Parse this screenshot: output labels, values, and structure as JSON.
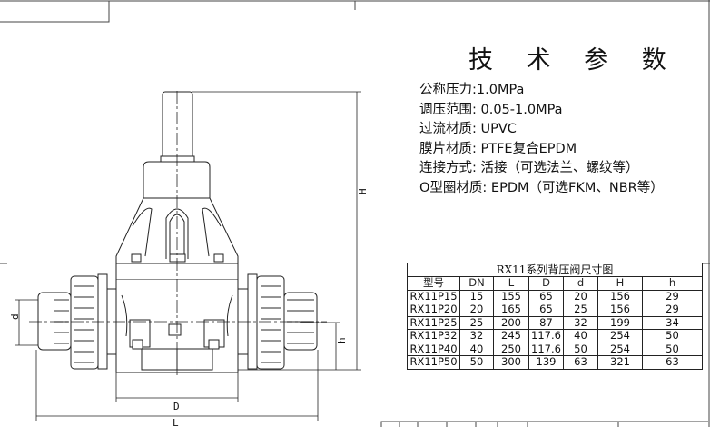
{
  "title": "技 术 参 数",
  "specs": [
    "公称压力:1.0MPa",
    "调压范围: 0.05-1.0MPa",
    "过流材质: UPVC",
    "膜片材质: PTFE复合EPDM",
    "连接方式: 活接（可选法兰、螺纹等）",
    "O型圈材质: EPDM（可选FKM、NBR等）"
  ],
  "table": {
    "caption": "RX11系列背压阀尺寸图",
    "headers": [
      "型号",
      "DN",
      "L",
      "D",
      "d",
      "H",
      "h"
    ],
    "rows": [
      [
        "RX11P15",
        "15",
        "155",
        "65",
        "20",
        "156",
        "29"
      ],
      [
        "RX11P20",
        "20",
        "165",
        "65",
        "25",
        "156",
        "29"
      ],
      [
        "RX11P25",
        "25",
        "200",
        "87",
        "32",
        "199",
        "34"
      ],
      [
        "RX11P32",
        "32",
        "245",
        "117.6",
        "40",
        "254",
        "50"
      ],
      [
        "RX11P40",
        "40",
        "250",
        "117.6",
        "50",
        "254",
        "50"
      ],
      [
        "RX11P50",
        "50",
        "300",
        "139",
        "63",
        "321",
        "63"
      ]
    ]
  },
  "dims": {
    "H": "H",
    "h": "h",
    "D": "D",
    "L": "L",
    "d": "d"
  }
}
